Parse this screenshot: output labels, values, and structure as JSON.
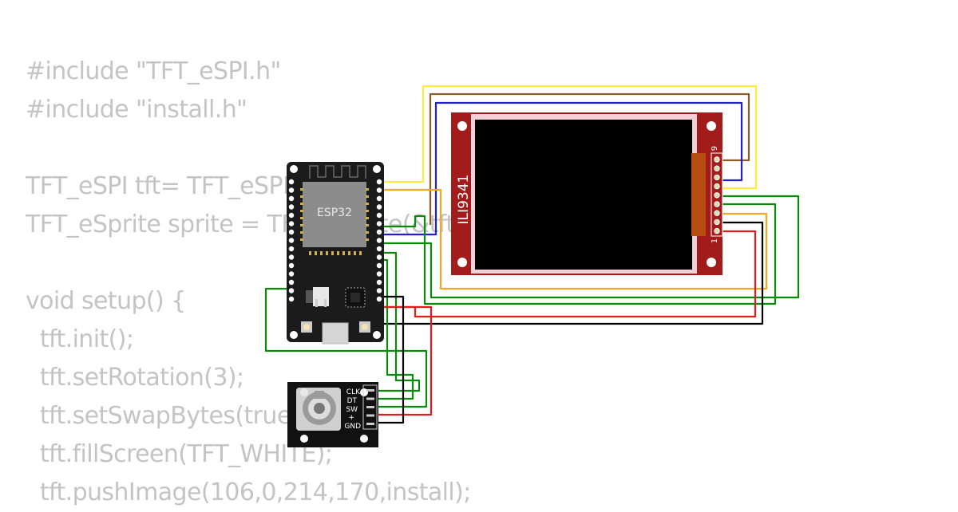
{
  "code_lines": [
    "#include \"TFT_eSPI.h\"",
    "#include \"install.h\"",
    "",
    "TFT_eSPI tft= TFT_eSPI();",
    "TFT_eSprite sprite = TFT_eSprite(&tft);",
    "",
    "void setup() {",
    "  tft.init();",
    "  tft.setRotation(3);",
    "  tft.setSwapBytes(true);",
    "  tft.fillScreen(TFT_WHITE);",
    "  tft.pushImage(106,0,214,170,install);"
  ],
  "esp32": {
    "chip_label": "ESP32"
  },
  "display": {
    "label": "ILI9341",
    "pin_first": "1",
    "pin_last": "9"
  },
  "encoder": {
    "pins": [
      "CLK",
      "DT",
      "SW",
      "+",
      "GND"
    ]
  },
  "colors": {
    "code_text": "#c4c4c4",
    "board_black": "#1b1b1b",
    "chip_gray": "#8c8c8c",
    "display_red": "#a31c1c",
    "display_pink": "#f5d0d8",
    "connector_orange": "#b54e10",
    "wire_yellow": "#ffeb3b",
    "wire_brown": "#8b5a2b",
    "wire_blue": "#2020d0",
    "wire_orange": "#f5a623",
    "wire_green": "#0a8a0a",
    "wire_red": "#e21b1b",
    "wire_black": "#000000"
  }
}
